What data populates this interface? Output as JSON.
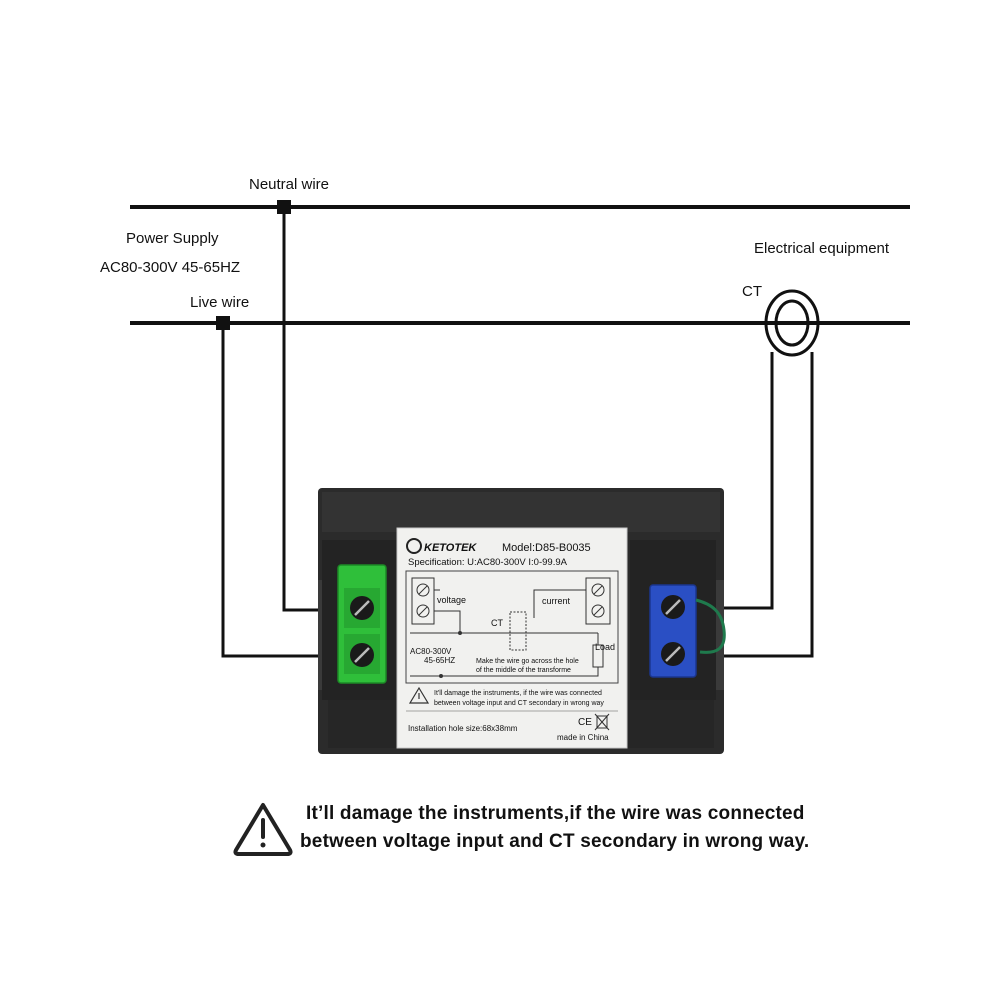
{
  "labels": {
    "neutral_wire": "Neutral wire",
    "power_supply": "Power Supply",
    "power_spec": "AC80-300V 45-65HZ",
    "live_wire": "Live wire",
    "electrical_equipment": "Electrical equipment",
    "ct": "CT"
  },
  "meter_label": {
    "brand": "KETOTEK",
    "model": "Model:D85-B0035",
    "specification": "Specification: U:AC80-300V I:0-99.9A",
    "voltage": "voltage",
    "current": "current",
    "ct": "CT",
    "load": "Load",
    "ac_range": "AC80-300V",
    "ac_freq": "45-65HZ",
    "wire_note_1": "Make the wire go across the hole",
    "wire_note_2": "of the middle of the transforme",
    "damage_note_1": "It'll damage the instruments, if the wire was connected",
    "damage_note_2": "between voltage input and CT secondary in wrong way",
    "install_hole": "Installation hole size:68x38mm",
    "ce_mark": "CE",
    "made_in": "made in China"
  },
  "warning": {
    "line1": "It’ll damage the instruments,if the wire was connected",
    "line2": "between voltage input and CT secondary in wrong way.",
    "icon": "warning-triangle-icon"
  },
  "colors": {
    "wire": "#111111",
    "meter_body": "#2b2b2b",
    "terminal_green": "#2fbf3a",
    "terminal_blue": "#2a4fc4",
    "label_bg": "#f1f1ef",
    "ct_lead": "#1f7a4d"
  }
}
